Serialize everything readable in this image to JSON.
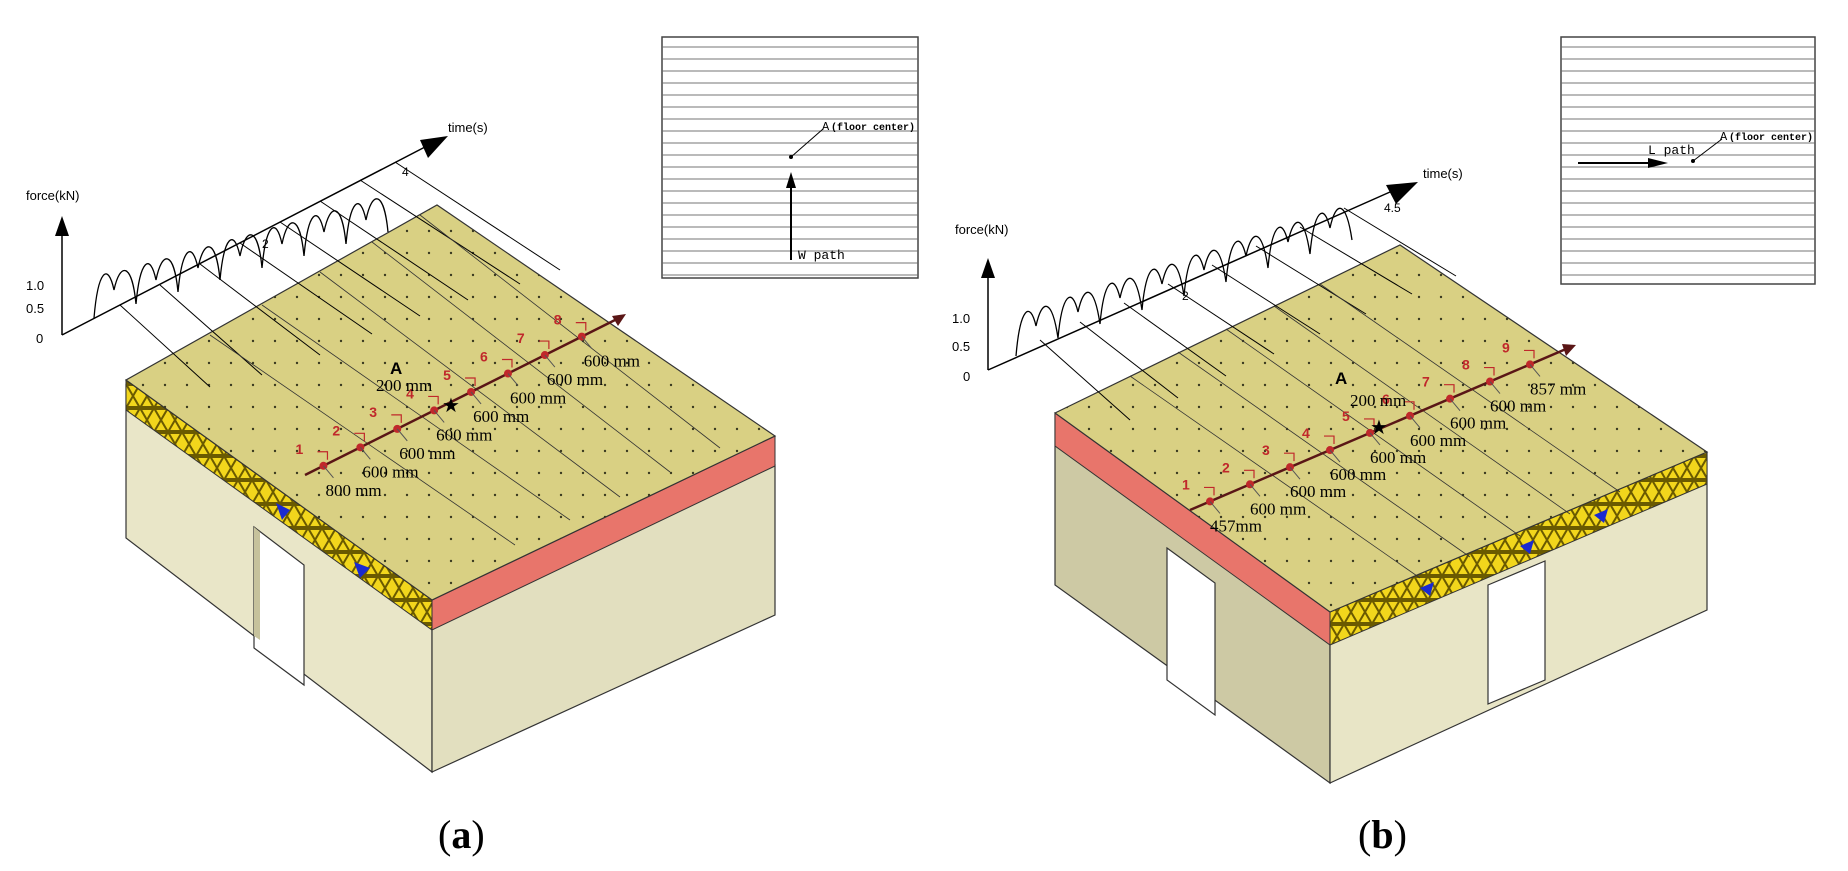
{
  "colors": {
    "floor_top": "#d9d083",
    "floor_dot": "#3a3a20",
    "wall_light": "#e9e6c8",
    "wall_mid": "#d7d3aa",
    "wall_dark": "#c6c29c",
    "rim_red": "#e8756b",
    "truss_yellow": "#f2d61c",
    "truss_dark": "#6a5a00",
    "walk_red": "#c0282b",
    "walk_line": "#5a1616",
    "blue": "#1a2ad0"
  },
  "panel_a": {
    "caption": "a",
    "force_axis_label": "force(kN)",
    "time_axis_label": "time(s)",
    "force_ticks": [
      "1.0",
      "0.5",
      "0"
    ],
    "time_ticks": [
      "2",
      "4"
    ],
    "point_label": "A",
    "inset_point_label": "A",
    "inset_point_note": "(floor center)",
    "inset_path_label": "W path",
    "step_numbers": [
      "1",
      "2",
      "3",
      "4",
      "5",
      "6",
      "7",
      "8"
    ],
    "spacings": [
      "800 mm",
      "600 mm",
      "600 mm",
      "600 mm",
      "600 mm",
      "600 mm",
      "600 mm",
      "600 mm"
    ],
    "point_offset": "200 mm"
  },
  "panel_b": {
    "caption": "b",
    "force_axis_label": "force(kN)",
    "time_axis_label": "time(s)",
    "force_ticks": [
      "1.0",
      "0.5",
      "0"
    ],
    "time_ticks": [
      "2",
      "4.5"
    ],
    "point_label": "A",
    "inset_point_label": "A",
    "inset_point_note": "(floor center)",
    "inset_path_label": "L path",
    "step_numbers": [
      "1",
      "2",
      "3",
      "4",
      "5",
      "6",
      "7",
      "8",
      "9"
    ],
    "spacings": [
      "457mm",
      "600 mm",
      "600 mm",
      "600 mm",
      "600 mm",
      "600 mm",
      "600 mm",
      "600 mm",
      "857 mm"
    ],
    "point_offset": "200 mm"
  }
}
